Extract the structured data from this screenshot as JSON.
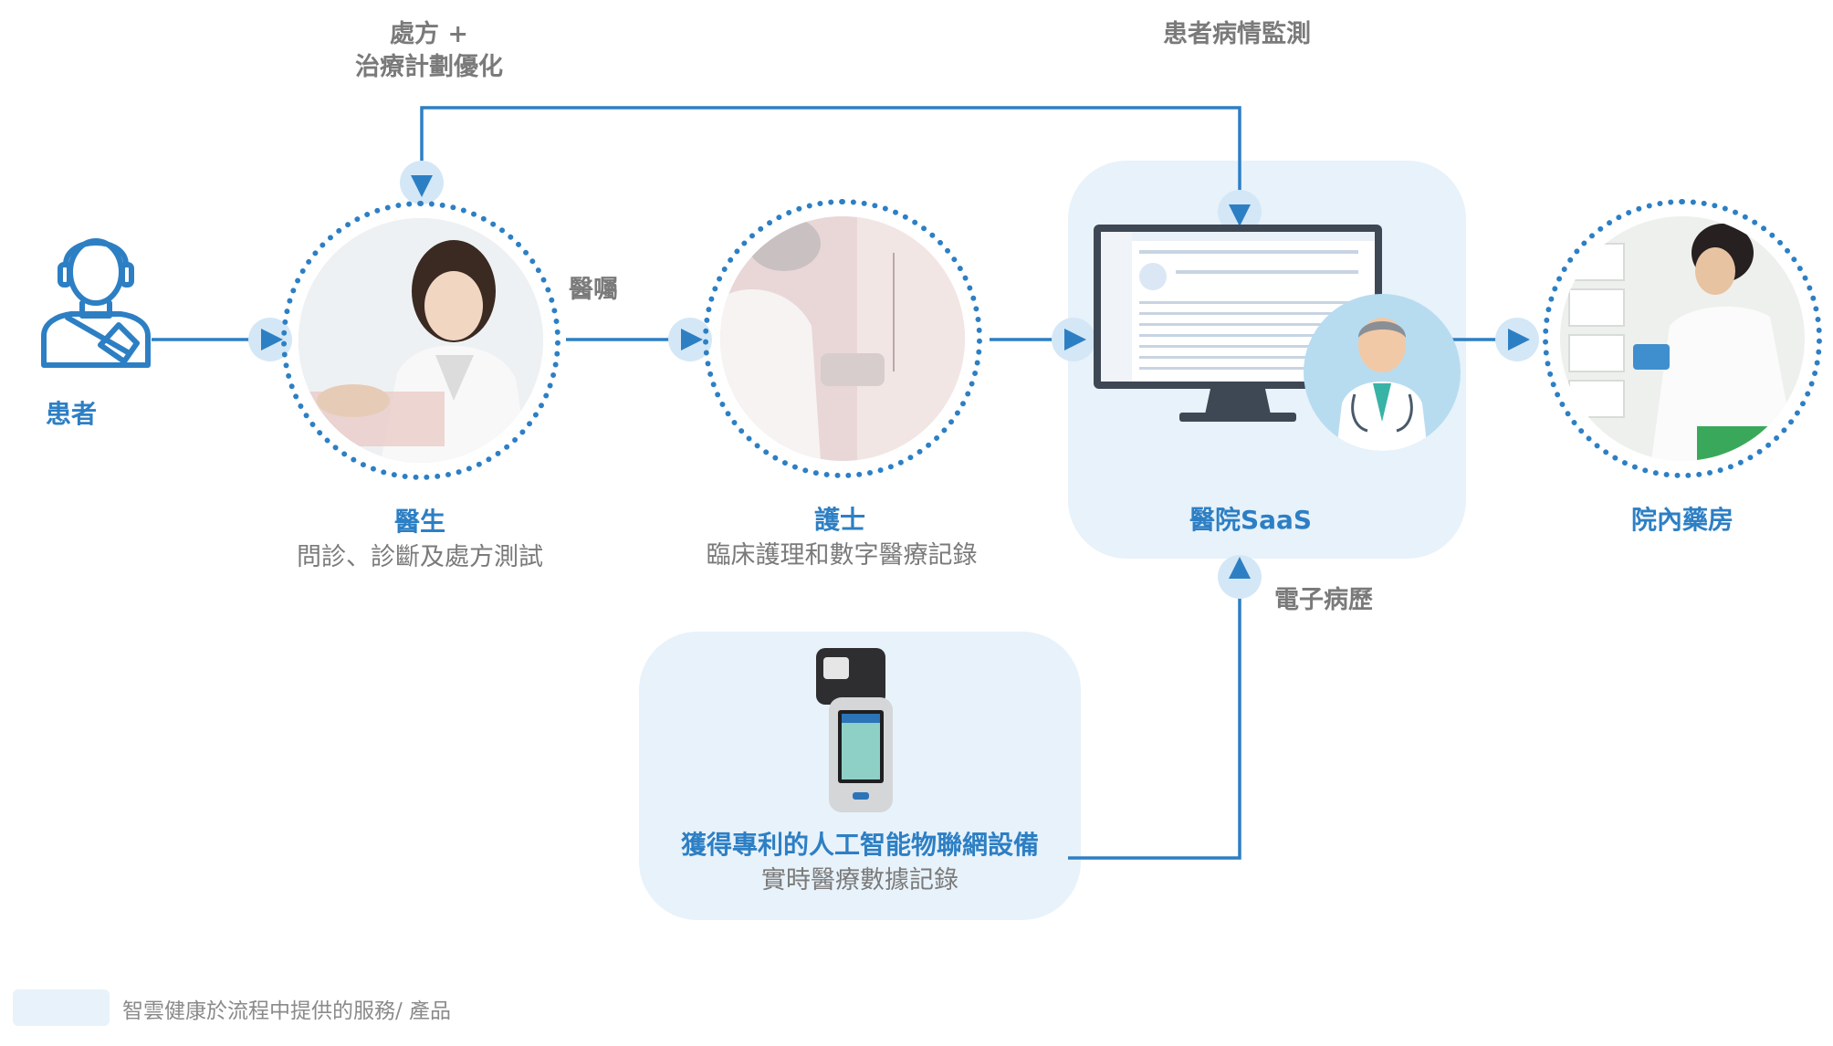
{
  "nodes": {
    "patient": {
      "title": "患者"
    },
    "doctor": {
      "title": "醫生",
      "subtitle": "問診、診斷及處方測試"
    },
    "nurse": {
      "title": "護士",
      "subtitle": "臨床護理和數字醫療記錄"
    },
    "saas": {
      "title": "醫院SaaS"
    },
    "pharmacy": {
      "title": "院內藥房"
    },
    "device": {
      "title": "獲得專利的人工智能物聯網設備",
      "subtitle": "實時醫療數據記錄"
    }
  },
  "edges": {
    "prescription_line1": "處方 +",
    "prescription_line2": "治療計劃優化",
    "monitoring": "患者病情監測",
    "orders": "醫囑",
    "emr": "電子病歷"
  },
  "legend": {
    "label": "智雲健康於流程中提供的服務/ 產品"
  },
  "colors": {
    "accent": "#2d7fc4",
    "panel": "#e8f2fa",
    "text_gray": "#7a7a7a"
  }
}
